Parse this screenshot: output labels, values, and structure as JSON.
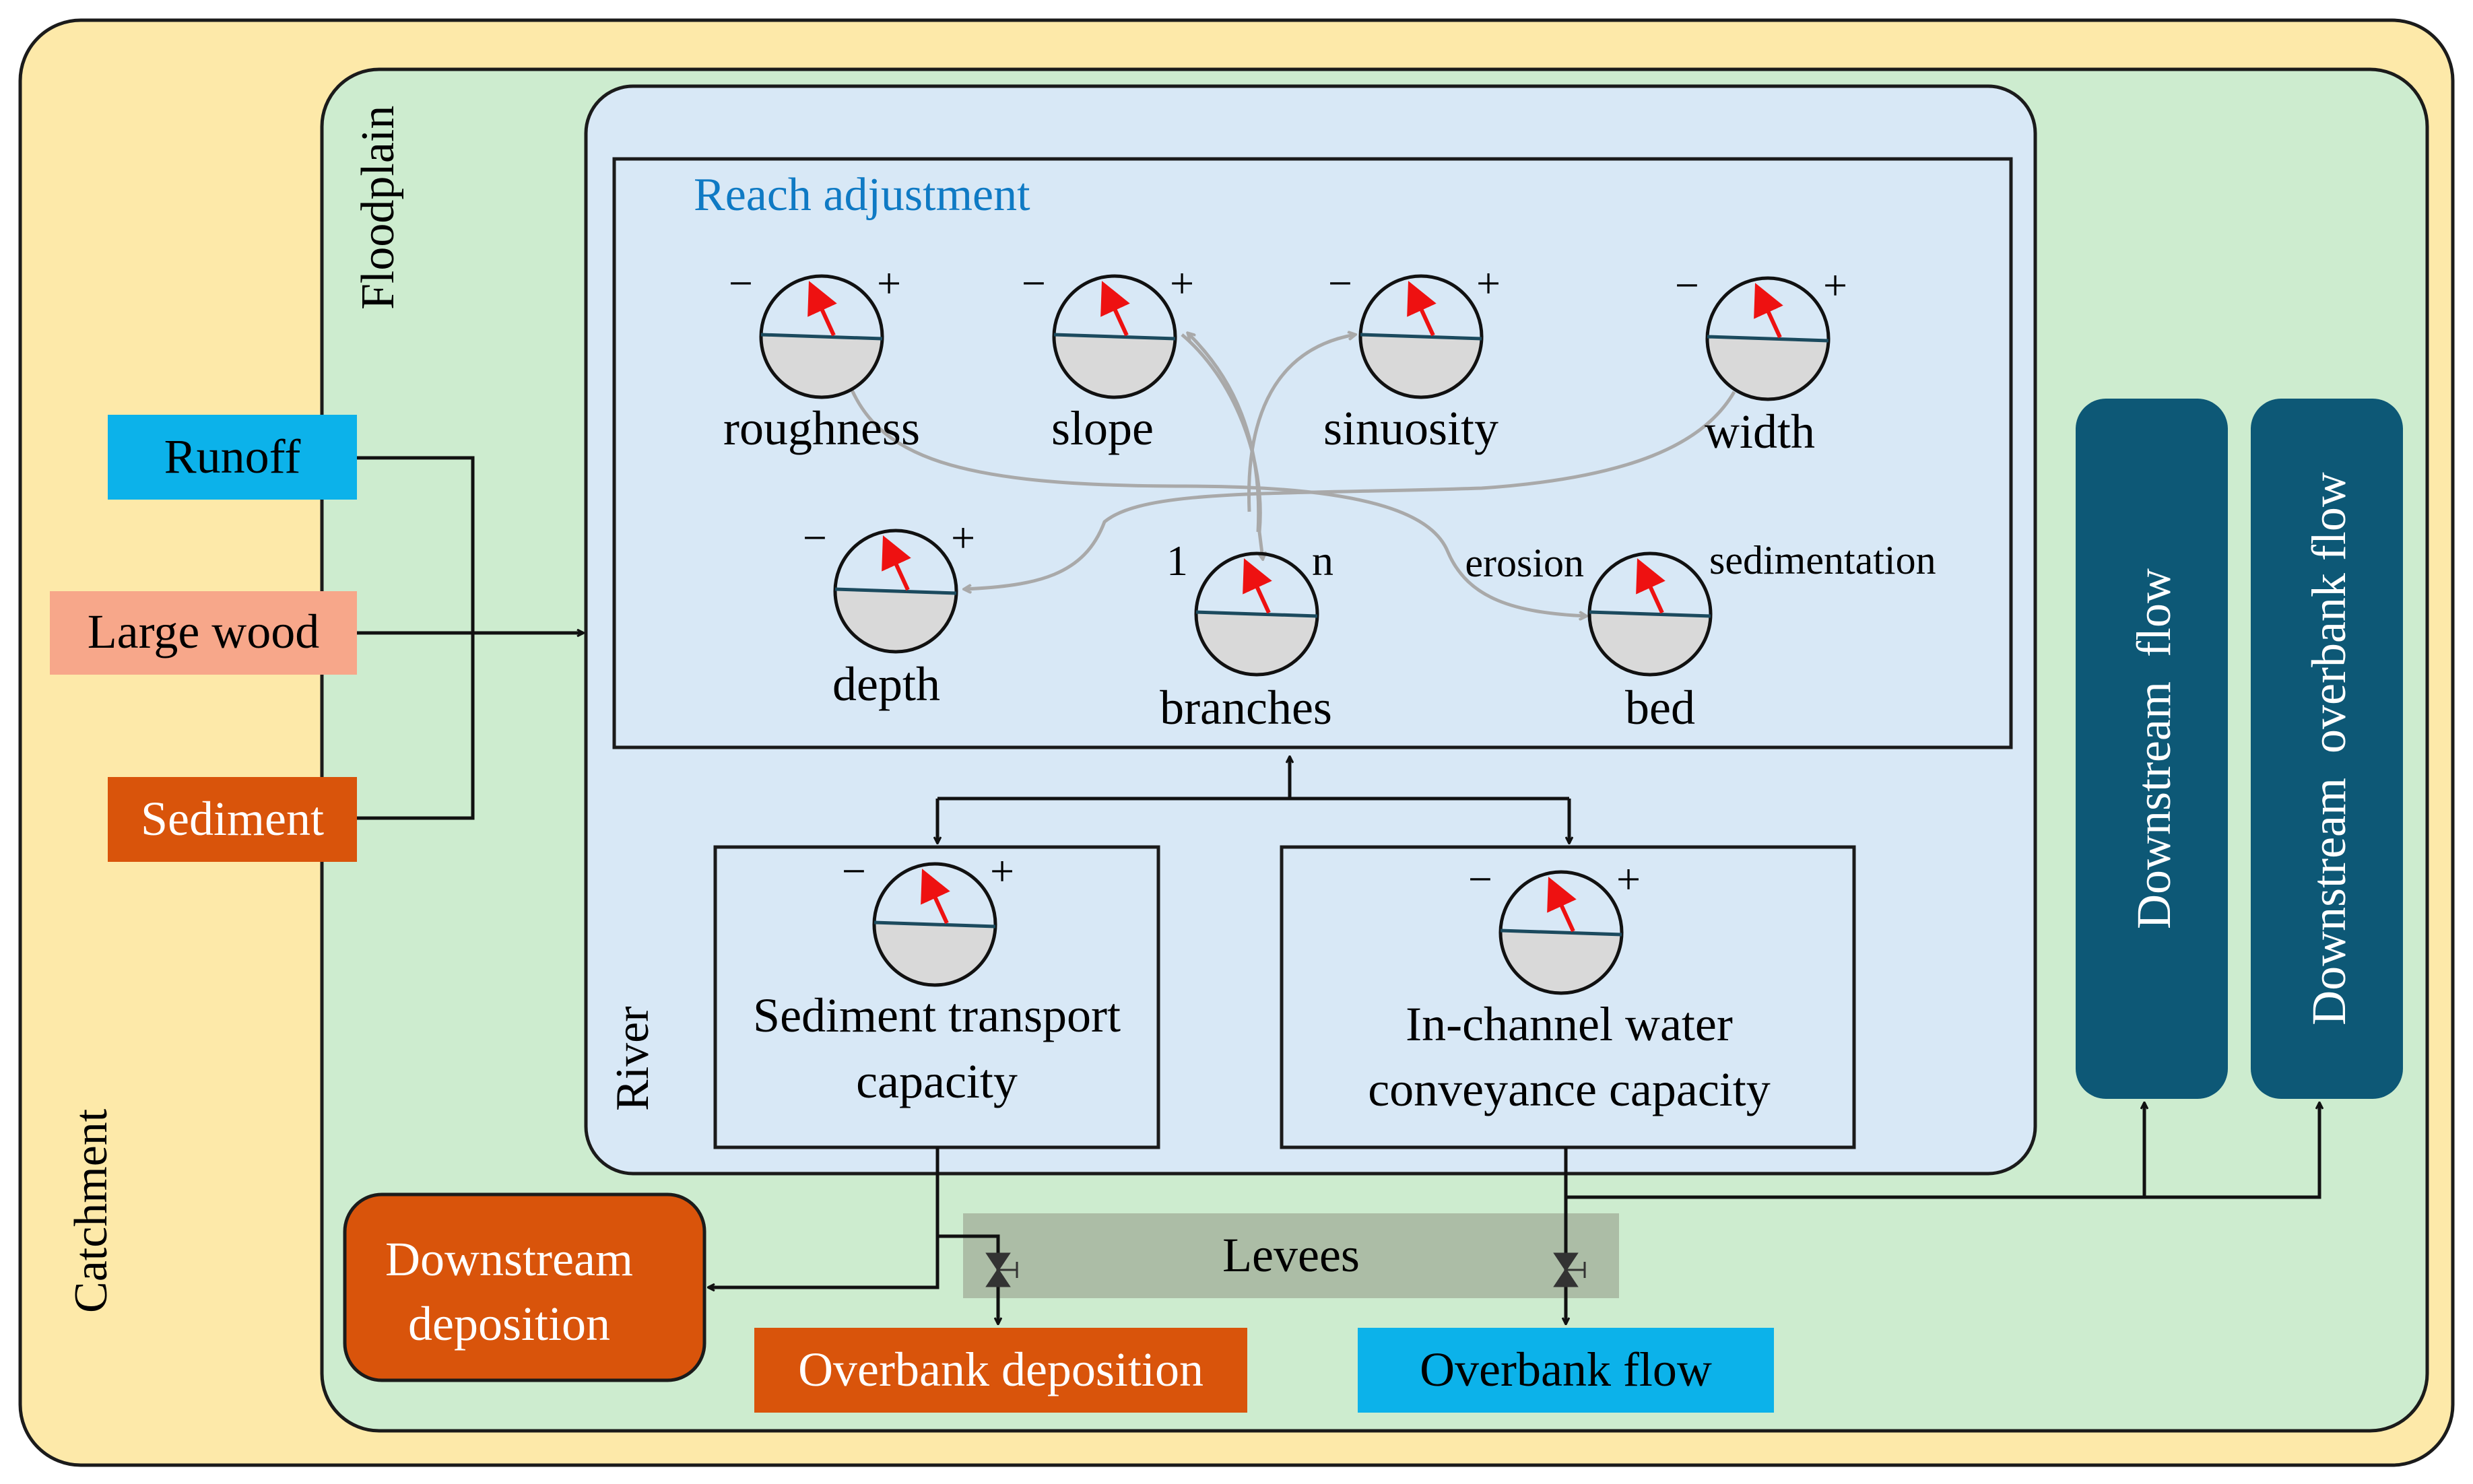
{
  "diagram": {
    "zones": {
      "catchment": "Catchment",
      "floodplain": "Floodplain",
      "river": "River",
      "reach": "Reach adjustment"
    },
    "inputs": [
      "Runoff",
      "Large wood",
      "Sediment"
    ],
    "gauges": {
      "roughness": {
        "label": "roughness",
        "left": "−",
        "right": "+"
      },
      "slope": {
        "label": "slope",
        "left": "−",
        "right": "+"
      },
      "sinuosity": {
        "label": "sinuosity",
        "left": "−",
        "right": "+"
      },
      "width": {
        "label": "width",
        "left": "−",
        "right": "+"
      },
      "depth": {
        "label": "depth",
        "left": "−",
        "right": "+"
      },
      "branches": {
        "label": "branches",
        "left": "1",
        "right": "n"
      },
      "bed": {
        "label": "bed",
        "left": "erosion",
        "right": "sedimentation"
      }
    },
    "capacities": {
      "sediment": {
        "line1": "Sediment transport",
        "line2": "capacity",
        "left": "−",
        "right": "+"
      },
      "water": {
        "line1": "In-channel water",
        "line2": "conveyance capacity",
        "left": "−",
        "right": "+"
      }
    },
    "levees": "Levees",
    "outputs": {
      "downstream_deposition": {
        "line1": "Downstream",
        "line2": "deposition"
      },
      "overbank_deposition": "Overbank deposition",
      "overbank_flow": "Overbank flow",
      "downstream_flow": "Downstream  flow",
      "downstream_overbank_flow": "Downstream  overbank flow"
    },
    "colors": {
      "catchment_bg": "#fde9a9",
      "floodplain_bg": "#cdeccf",
      "river_bg": "#d8e8f6",
      "reach_title": "#0f7ac4",
      "runoff": "#0cb2ea",
      "large_wood": "#f7a78a",
      "sediment": "#d9540b",
      "downstream_box": "#0d5876",
      "levees": "#a9b8a1",
      "needle": "#ee1111",
      "gauge_fill": "#d9d9d9",
      "curve": "#a9a9a9"
    }
  }
}
